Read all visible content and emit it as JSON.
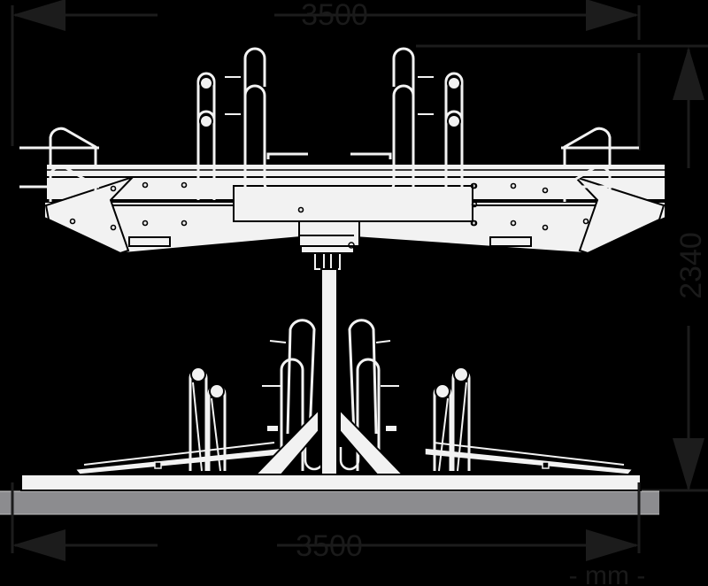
{
  "drawing": {
    "subject": "double-tier rotating bicycle parking rack, side elevation",
    "colors": {
      "background": "#000000",
      "structure": "#f2f2f2",
      "ground": "#8c8c8f",
      "dimension_lines": "#1c1c1c"
    }
  },
  "dimensions": {
    "top_width": {
      "value": "3500"
    },
    "bottom_width": {
      "value": "3500"
    },
    "height": {
      "value": "2340"
    },
    "unit_label": "- mm -"
  }
}
